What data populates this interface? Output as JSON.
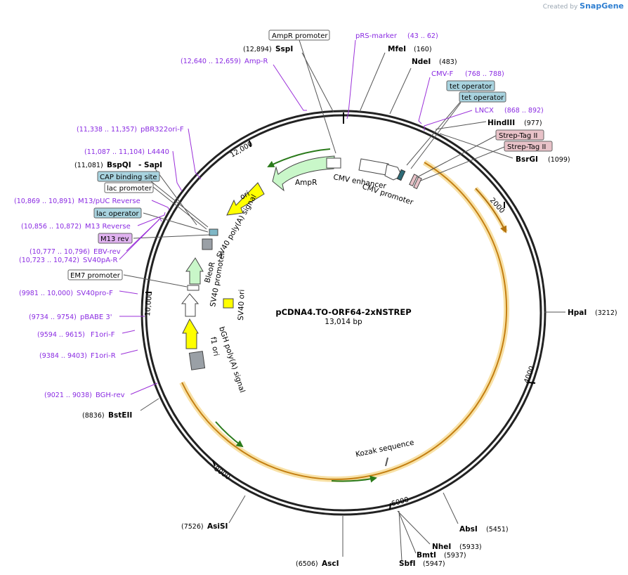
{
  "watermark": {
    "prefix": "Created by",
    "brand": "SnapGene"
  },
  "plasmid": {
    "name": "pCDNA4.TO-ORF64-2xNSTREP",
    "size_text": "13,014 bp"
  },
  "ticks": [
    "2000",
    "4000",
    "6000",
    "8000",
    "10,000",
    "12,000"
  ],
  "enzymes": [
    {
      "name": "SspI",
      "pos": "(12,894)"
    },
    {
      "name": "MfeI",
      "pos": "(160)"
    },
    {
      "name": "NdeI",
      "pos": "(483)"
    },
    {
      "name": "HindIII",
      "pos": "(977)"
    },
    {
      "name": "BsrGI",
      "pos": "(1099)"
    },
    {
      "name": "HpaI",
      "pos": "(3212)"
    },
    {
      "name": "AbsI",
      "pos": "(5451)"
    },
    {
      "name": "NheI",
      "pos": "(5933)"
    },
    {
      "name": "BmtI",
      "pos": "(5937)"
    },
    {
      "name": "SbfI",
      "pos": "(5947)"
    },
    {
      "name": "AscI",
      "pos": "(6506)"
    },
    {
      "name": "AsiSI",
      "pos": "(7526)"
    },
    {
      "name": "BstEII",
      "pos": "(8836)"
    },
    {
      "name": "BspQI",
      "pos": "(11,081)"
    },
    {
      "name": "- SapI",
      "pos": ""
    }
  ],
  "primers": [
    {
      "name": "pRS-marker",
      "pos": "(43 .. 62)"
    },
    {
      "name": "Amp-R",
      "pos": "(12,640 .. 12,659)"
    },
    {
      "name": "CMV-F",
      "pos": "(768 .. 788)"
    },
    {
      "name": "LNCX",
      "pos": "(868 .. 892)"
    },
    {
      "name": "pBR322ori-F",
      "pos": "(11,338 .. 11,357)"
    },
    {
      "name": "L4440",
      "pos": "(11,087 .. 11,104)"
    },
    {
      "name": "M13/pUC Reverse",
      "pos": "(10,869 .. 10,891)"
    },
    {
      "name": "M13 Reverse",
      "pos": "(10,856 .. 10,872)"
    },
    {
      "name": "EBV-rev",
      "pos": "(10,777 .. 10,796)"
    },
    {
      "name": "SV40pA-R",
      "pos": "(10,723 .. 10,742)"
    },
    {
      "name": "SV40pro-F",
      "pos": "(9981 .. 10,000)"
    },
    {
      "name": "pBABE 3'",
      "pos": "(9734 .. 9754)"
    },
    {
      "name": "F1ori-F",
      "pos": "(9594 .. 9615)"
    },
    {
      "name": "F1ori-R",
      "pos": "(9384 .. 9403)"
    },
    {
      "name": "BGH-rev",
      "pos": "(9021 .. 9038)"
    }
  ],
  "boxed_labels": {
    "ampr_promoter": "AmpR promoter",
    "tet_operator_1": "tet operator",
    "tet_operator_2": "tet operator",
    "strep_tag_1": "Strep-Tag II",
    "strep_tag_2": "Strep-Tag II",
    "cap_binding_site": "CAP binding site",
    "lac_promoter": "lac promoter",
    "lac_operator": "lac operator",
    "m13_rev": "M13 rev",
    "em7_promoter": "EM7 promoter"
  },
  "features": {
    "ampr": "AmpR",
    "ori": "ori",
    "cmv_enhancer": "CMV enhancer",
    "cmv_promoter": "CMV promoter",
    "sv40_polya": "SV40 poly(A) signal",
    "bleor": "BleoR",
    "sv40_promoter": "SV40 promoter",
    "sv40_ori": "SV40 ori",
    "bgh_polya": "bGH poly(A) signal",
    "f1_ori": "f1 ori",
    "kozak": "Kozak sequence"
  },
  "colors": {
    "backbone": "#222222",
    "primer": "#9b30d9",
    "orf": "#f2a02b",
    "orf_glow": "#f8e1a6",
    "ampr_fill": "#c9f7c9",
    "ori_fill": "#ffff00",
    "bleor_fill": "#c9f7c9",
    "polya_fill": "#9aa0a6",
    "tet_box": "#a8d3df",
    "strep_box": "#e8c2c8",
    "m13_box": "#e0b2f0"
  }
}
